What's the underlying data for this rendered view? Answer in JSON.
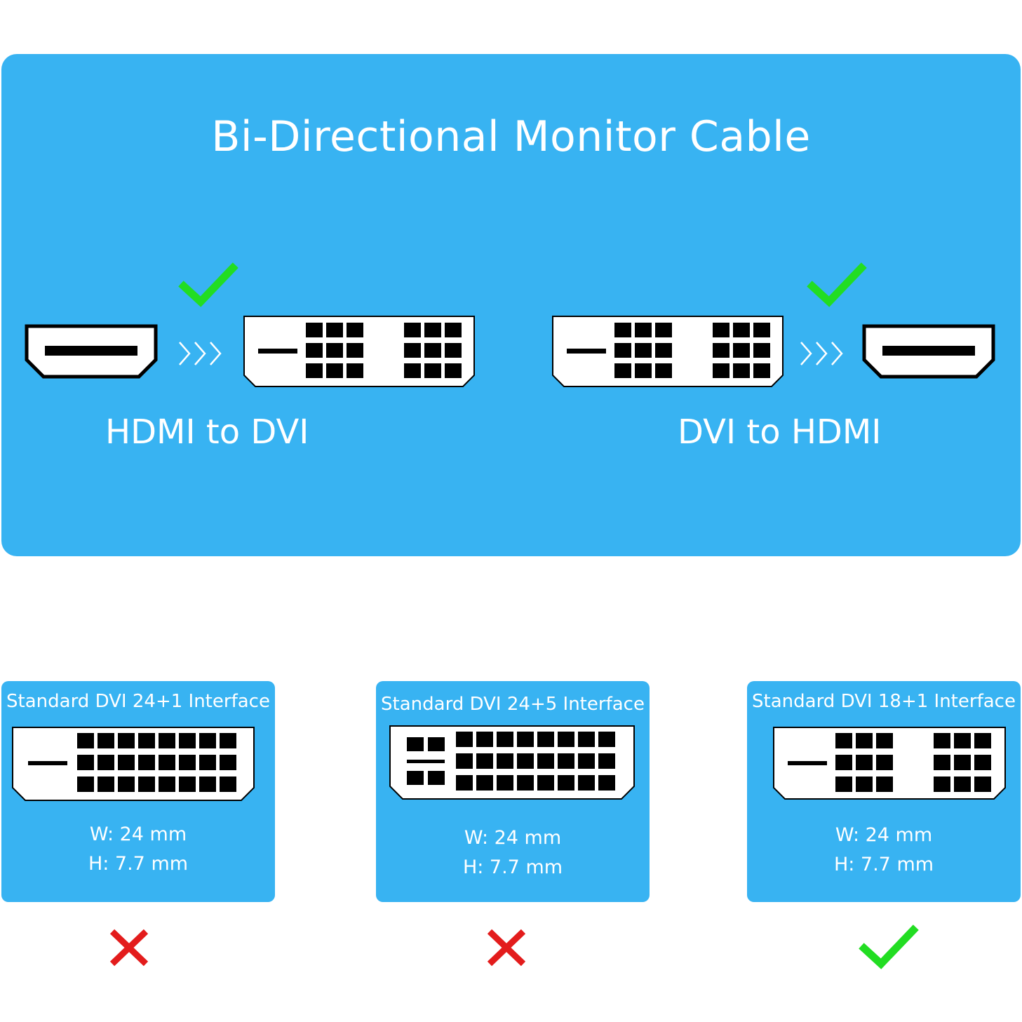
{
  "title": "Bi-Directional Monitor Cable",
  "directions": [
    {
      "label": "HDMI to DVI",
      "status": "ok"
    },
    {
      "label": "DVI to HDMI",
      "status": "ok"
    }
  ],
  "arrows": "›››",
  "interfaces": [
    {
      "title": "Standard DVI 24+1 Interface",
      "width": "W: 24 mm",
      "height": "H: 7.7 mm",
      "compatible": false
    },
    {
      "title": "Standard DVI 24+5 Interface",
      "width": "W: 24 mm",
      "height": "H: 7.7 mm",
      "compatible": false
    },
    {
      "title": "Standard DVI 18+1 Interface",
      "width": "W: 24 mm",
      "height": "H: 7.7 mm",
      "compatible": true
    }
  ],
  "colors": {
    "panel": "#38b3f2",
    "check": "#22dd22",
    "cross": "#e31c1c"
  }
}
